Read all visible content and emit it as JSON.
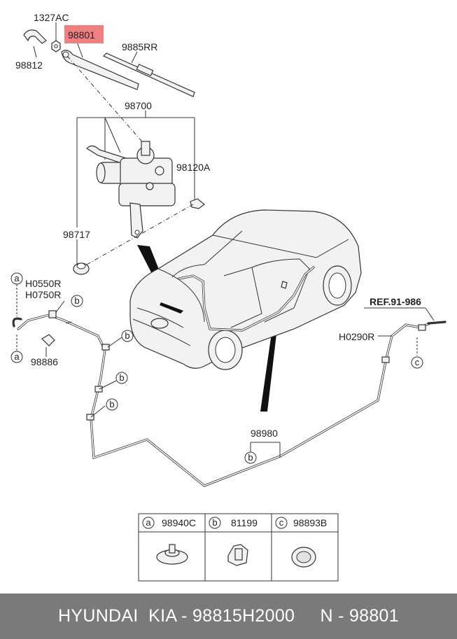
{
  "labels": {
    "p1327AC": "1327AC",
    "p98812": "98812",
    "p98801": "98801",
    "p9885RR": "9885RR",
    "p98700": "98700",
    "p98120A": "98120A",
    "p98717": "98717",
    "pH0550R": "H0550R",
    "pH0750R": "H0750R",
    "p98886": "98886",
    "pREF": "REF.91-986",
    "pH0290R": "H0290R",
    "p98980": "98980"
  },
  "callouts": {
    "a": "a",
    "b": "b",
    "c": "c"
  },
  "legend": [
    {
      "letter": "a",
      "part": "98940C"
    },
    {
      "letter": "b",
      "part": "81199"
    },
    {
      "letter": "c",
      "part": "98893B"
    }
  ],
  "colors": {
    "highlight": "#f08080",
    "footer_bg": "#7a7a7a"
  },
  "footer": {
    "text": "HYUNDAI  KIA - 98815H2000     N - 98801"
  }
}
